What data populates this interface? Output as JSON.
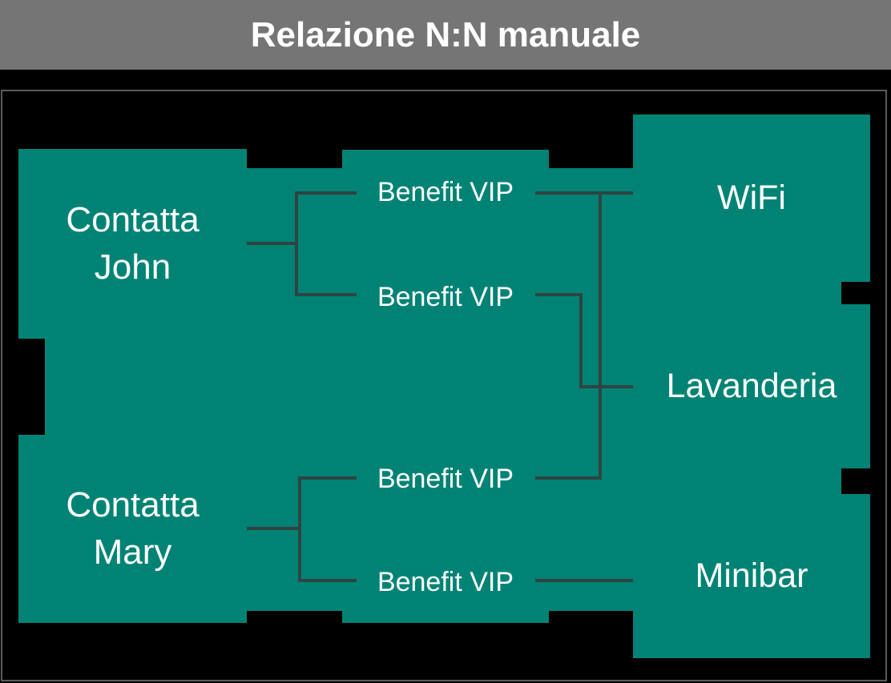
{
  "header": {
    "title": "Relazione N:N manuale"
  },
  "diagram": {
    "left_entities": [
      {
        "line1": "Contatta",
        "line2": "John"
      },
      {
        "line1": "Contatta",
        "line2": "Mary"
      }
    ],
    "intersect_labels": [
      "Benefit VIP",
      "Benefit VIP",
      "Benefit VIP",
      "Benefit VIP"
    ],
    "right_entities": [
      "WiFi",
      "Lavanderia",
      "Minibar"
    ]
  },
  "colors": {
    "teal": "#008374",
    "line": "#2f4442",
    "header_bar": "#757575",
    "panel_border": "#5a5a5a",
    "background": "#000000",
    "text": "#ffffff"
  }
}
